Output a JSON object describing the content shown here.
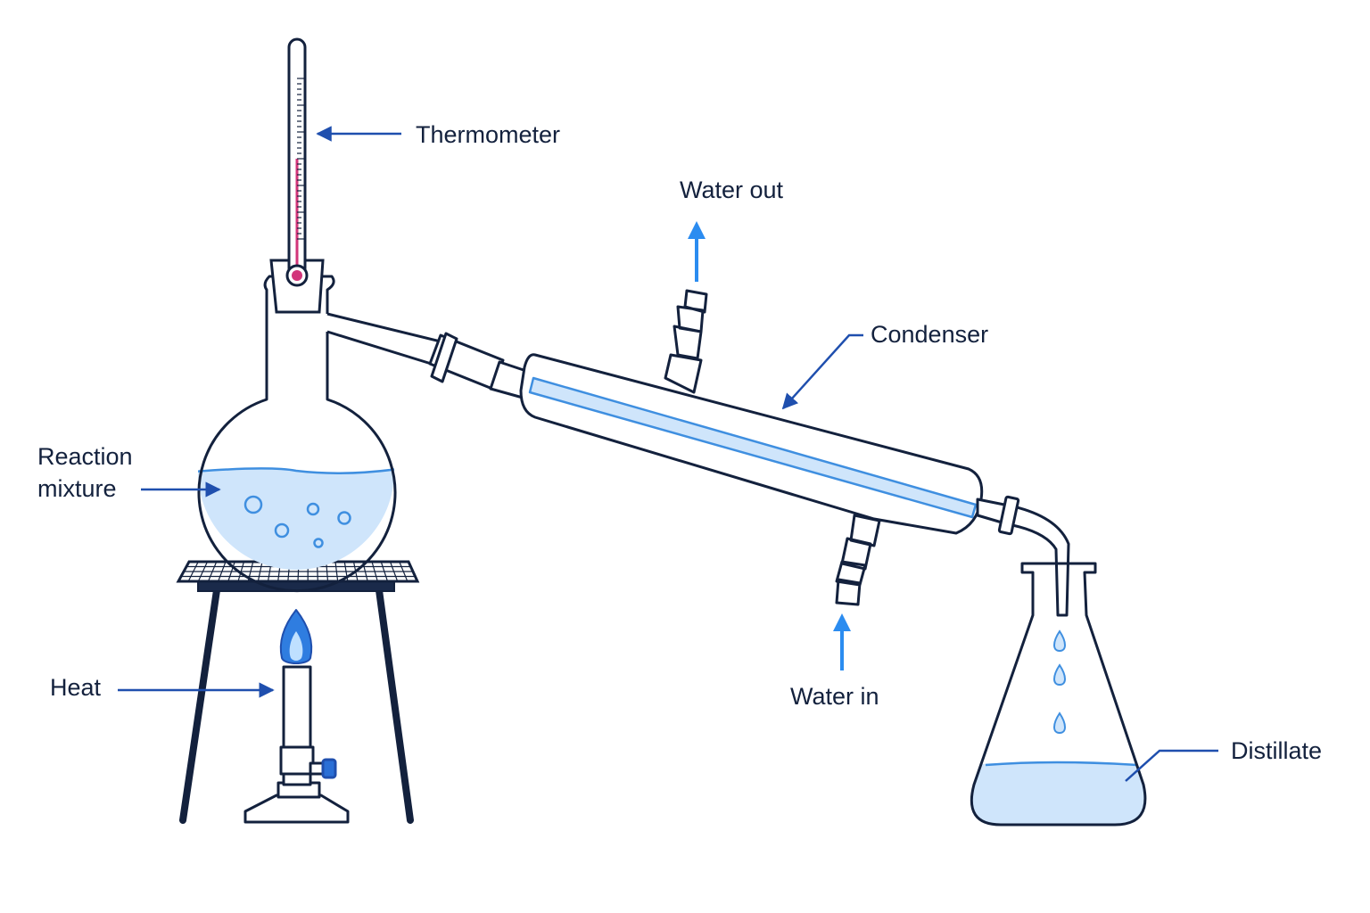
{
  "labels": {
    "thermometer": "Thermometer",
    "water_out": "Water out",
    "condenser": "Condenser",
    "reaction_line1": "Reaction",
    "reaction_line2": "mixture",
    "heat": "Heat",
    "water_in": "Water in",
    "distillate": "Distillate"
  },
  "colors": {
    "outline": "#13213d",
    "pointer": "#1f4fae",
    "water_arrow": "#2b8cf0",
    "liquid": "#cfe5fb",
    "liquid_line": "#3f8fe0",
    "mercury": "#d2357a",
    "flame": "#2f7de0",
    "valve": "#2a6fd6"
  }
}
